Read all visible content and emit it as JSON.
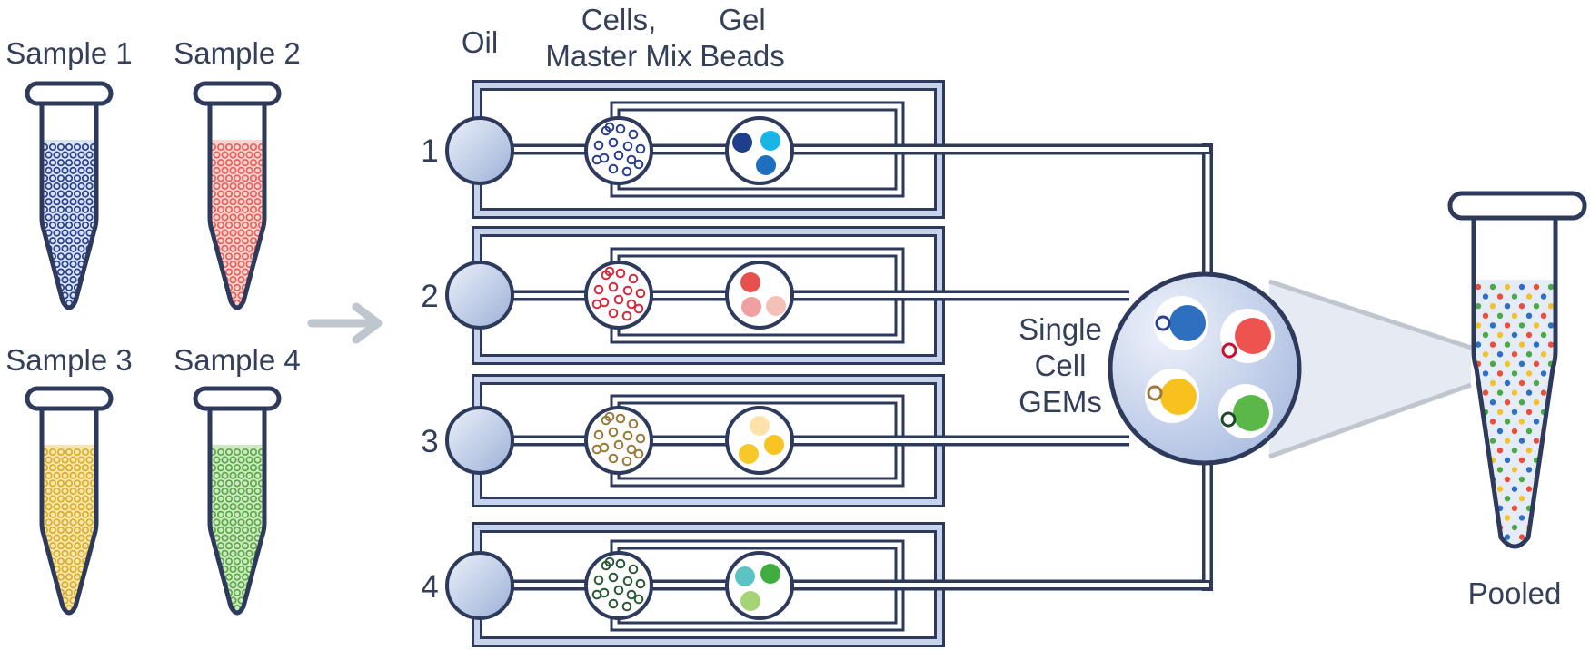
{
  "samples": [
    {
      "label": "Sample 1",
      "dot_color": "#2b3f8e",
      "fill_color": "#d6e4f3"
    },
    {
      "label": "Sample 2",
      "dot_color": "#e8605b",
      "fill_color": "#f6d4d0"
    },
    {
      "label": "Sample 3",
      "dot_color": "#d9ae2c",
      "fill_color": "#f7e7ae"
    },
    {
      "label": "Sample 4",
      "dot_color": "#5aaa48",
      "fill_color": "#cfe9c3"
    }
  ],
  "chip": {
    "column_labels": {
      "oil": "Oil",
      "cells_line1": "Cells,",
      "cells_line2": "Master Mix",
      "beads_line1": "Gel",
      "beads_line2": "Beads"
    },
    "channels": [
      {
        "number": "1",
        "cell_color": "#2b3f8e",
        "bead_colors": [
          "#1f3f8c",
          "#19b5e6",
          "#1f6fbf"
        ]
      },
      {
        "number": "2",
        "cell_color": "#d62a3e",
        "bead_colors": [
          "#e8504e",
          "#f0a0a0",
          "#f3c1b8"
        ]
      },
      {
        "number": "3",
        "cell_color": "#9a7a3a",
        "bead_colors": [
          "#fde3aa",
          "#f8c325",
          "#f6c82a"
        ]
      },
      {
        "number": "4",
        "cell_color": "#2a5a35",
        "bead_colors": [
          "#5cc2c4",
          "#3fae3f",
          "#a6d373"
        ]
      }
    ]
  },
  "gems": {
    "label_line1": "Single",
    "label_line2": "Cell",
    "label_line3": "GEMs",
    "items": [
      {
        "cell_color": "#2b3f8e",
        "bead_color": "#2f6fbf"
      },
      {
        "cell_color": "#c8102e",
        "bead_color": "#ef5350"
      },
      {
        "cell_color": "#9a7a3a",
        "bead_color": "#f7c11e"
      },
      {
        "cell_color": "#1f4a2a",
        "bead_color": "#5bb747"
      }
    ]
  },
  "pooled": {
    "label": "Pooled",
    "dot_colors": [
      "#e8503e",
      "#2f6fbf",
      "#f2c12e",
      "#4aa846"
    ]
  },
  "colors": {
    "outline": "#2e3a5c",
    "chip_stripe": "#c7d3ea",
    "well_fill_light": "#e8edf7",
    "well_fill_dark": "#9eb1d9",
    "arrow": "#c0c6cd",
    "funnel": "#e6ebf3"
  }
}
